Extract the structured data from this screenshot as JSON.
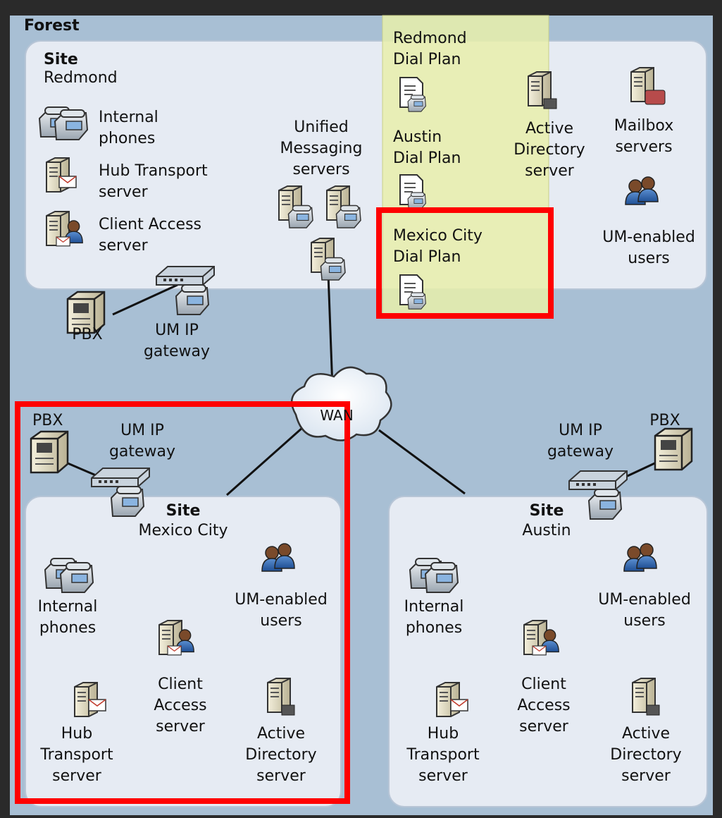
{
  "forest": {
    "label": "Forest"
  },
  "redmond": {
    "site_label": "Site",
    "site_name": "Redmond",
    "internal_phones": "Internal\nphones",
    "hub_transport": "Hub Transport\nserver",
    "client_access": "Client Access\nserver",
    "um_servers": "Unified\nMessaging\nservers",
    "redmond_dial_plan": "Redmond\nDial Plan",
    "austin_dial_plan": "Austin\nDial Plan",
    "mexico_dial_plan": "Mexico City\nDial Plan",
    "active_directory": "Active\nDirectory\nserver",
    "mailbox_servers": "Mailbox\nservers",
    "um_users": "UM-enabled\nusers",
    "pbx": "PBX",
    "um_ip_gateway": "UM IP\ngateway"
  },
  "wan": {
    "label": "WAN"
  },
  "mexico": {
    "pbx": "PBX",
    "um_ip_gateway": "UM IP\ngateway",
    "site_label": "Site",
    "site_name": "Mexico City",
    "internal_phones": "Internal\nphones",
    "um_users": "UM-enabled\nusers",
    "client_access": "Client\nAccess\nserver",
    "hub_transport": "Hub\nTransport\nserver",
    "active_directory": "Active\nDirectory\nserver"
  },
  "austin": {
    "pbx": "PBX",
    "um_ip_gateway": "UM IP\ngateway",
    "site_label": "Site",
    "site_name": "Austin",
    "internal_phones": "Internal\nphones",
    "um_users": "UM-enabled\nusers",
    "client_access": "Client\nAccess\nserver",
    "hub_transport": "Hub\nTransport\nserver",
    "active_directory": "Active\nDirectory\nserver"
  },
  "colors": {
    "forest_bg": "#a8bfd4",
    "site_bg": "#e6ebf3",
    "dial_plan_bg": "#e7efaa",
    "highlight": "#ff0000",
    "frame": "#2a2a2a"
  }
}
